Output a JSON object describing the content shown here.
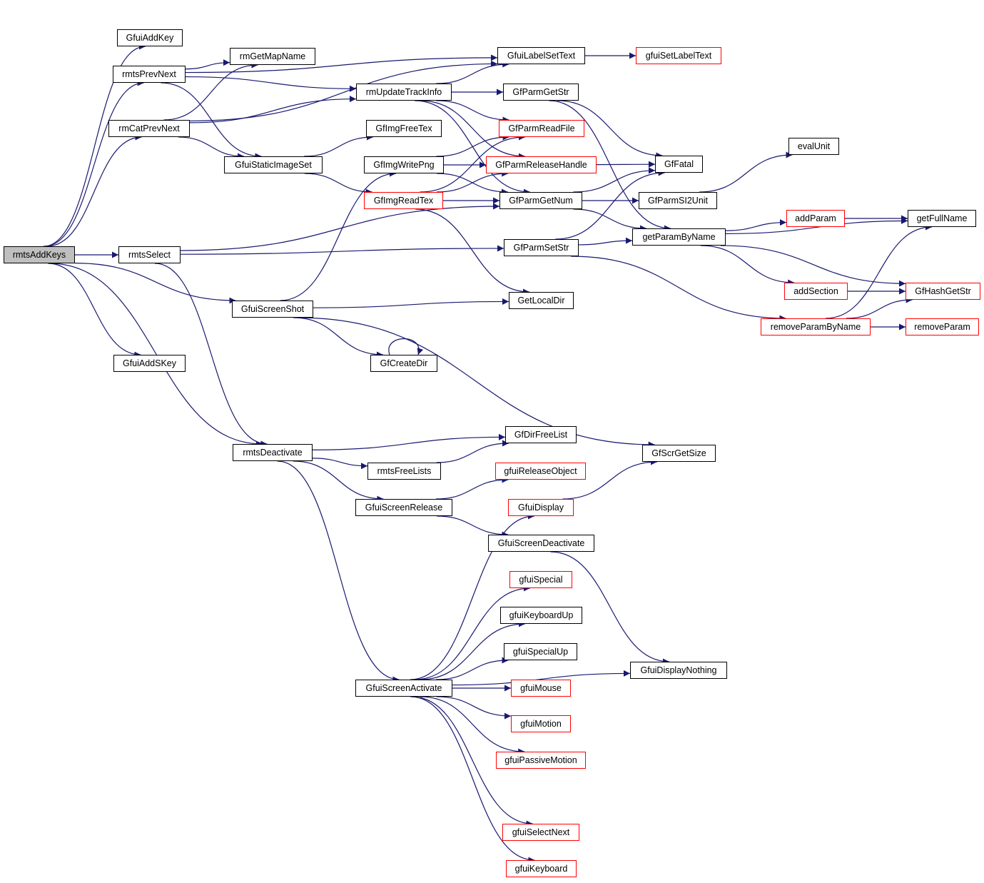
{
  "graph": {
    "type": "call-graph",
    "edge_color": "#191970",
    "node_border_default": "#000000",
    "node_border_undocumented": "#ff0000",
    "root_fill": "#bfbfbf",
    "nodes": [
      {
        "id": "rmtsAddKeys",
        "label": "rmtsAddKeys",
        "style": "root"
      },
      {
        "id": "GfuiAddKey",
        "label": "GfuiAddKey",
        "style": "black"
      },
      {
        "id": "rmtsPrevNext",
        "label": "rmtsPrevNext",
        "style": "black"
      },
      {
        "id": "rmGetMapName",
        "label": "rmGetMapName",
        "style": "black"
      },
      {
        "id": "rmCatPrevNext",
        "label": "rmCatPrevNext",
        "style": "black"
      },
      {
        "id": "GfuiStaticImageSet",
        "label": "GfuiStaticImageSet",
        "style": "black"
      },
      {
        "id": "rmtsSelect",
        "label": "rmtsSelect",
        "style": "black"
      },
      {
        "id": "GfuiScreenShot",
        "label": "GfuiScreenShot",
        "style": "black"
      },
      {
        "id": "GfuiAddSKey",
        "label": "GfuiAddSKey",
        "style": "black"
      },
      {
        "id": "rmtsDeactivate",
        "label": "rmtsDeactivate",
        "style": "black"
      },
      {
        "id": "rmUpdateTrackInfo",
        "label": "rmUpdateTrackInfo",
        "style": "black"
      },
      {
        "id": "GfImgFreeTex",
        "label": "GfImgFreeTex",
        "style": "black"
      },
      {
        "id": "GfImgWritePng",
        "label": "GfImgWritePng",
        "style": "black"
      },
      {
        "id": "GfImgReadTex",
        "label": "GfImgReadTex",
        "style": "red"
      },
      {
        "id": "GfCreateDir",
        "label": "GfCreateDir",
        "style": "black"
      },
      {
        "id": "rmtsFreeLists",
        "label": "rmtsFreeLists",
        "style": "black"
      },
      {
        "id": "GfuiScreenRelease",
        "label": "GfuiScreenRelease",
        "style": "black"
      },
      {
        "id": "GfuiScreenActivate",
        "label": "GfuiScreenActivate",
        "style": "black"
      },
      {
        "id": "GfuiLabelSetText",
        "label": "GfuiLabelSetText",
        "style": "black"
      },
      {
        "id": "GfParmGetStr",
        "label": "GfParmGetStr",
        "style": "black"
      },
      {
        "id": "GfParmReadFile",
        "label": "GfParmReadFile",
        "style": "red"
      },
      {
        "id": "GfParmReleaseHandle",
        "label": "GfParmReleaseHandle",
        "style": "red"
      },
      {
        "id": "GfParmGetNum",
        "label": "GfParmGetNum",
        "style": "black"
      },
      {
        "id": "GfParmSetStr",
        "label": "GfParmSetStr",
        "style": "black"
      },
      {
        "id": "GetLocalDir",
        "label": "GetLocalDir",
        "style": "black"
      },
      {
        "id": "GfDirFreeList",
        "label": "GfDirFreeList",
        "style": "black"
      },
      {
        "id": "gfuiReleaseObject",
        "label": "gfuiReleaseObject",
        "style": "red"
      },
      {
        "id": "GfuiDisplay",
        "label": "GfuiDisplay",
        "style": "red"
      },
      {
        "id": "GfuiScreenDeactivate",
        "label": "GfuiScreenDeactivate",
        "style": "black"
      },
      {
        "id": "gfuiSpecial",
        "label": "gfuiSpecial",
        "style": "red"
      },
      {
        "id": "gfuiKeyboardUp",
        "label": "gfuiKeyboardUp",
        "style": "black"
      },
      {
        "id": "gfuiSpecialUp",
        "label": "gfuiSpecialUp",
        "style": "black"
      },
      {
        "id": "gfuiMouse",
        "label": "gfuiMouse",
        "style": "red"
      },
      {
        "id": "gfuiMotion",
        "label": "gfuiMotion",
        "style": "red"
      },
      {
        "id": "gfuiPassiveMotion",
        "label": "gfuiPassiveMotion",
        "style": "red"
      },
      {
        "id": "gfuiSelectNext",
        "label": "gfuiSelectNext",
        "style": "red"
      },
      {
        "id": "gfuiKeyboard",
        "label": "gfuiKeyboard",
        "style": "red"
      },
      {
        "id": "gfuiSetLabelText",
        "label": "gfuiSetLabelText",
        "style": "red"
      },
      {
        "id": "GfFatal",
        "label": "GfFatal",
        "style": "black"
      },
      {
        "id": "GfParmSI2Unit",
        "label": "GfParmSI2Unit",
        "style": "black"
      },
      {
        "id": "getParamByName",
        "label": "getParamByName",
        "style": "black"
      },
      {
        "id": "removeParamByName",
        "label": "removeParamByName",
        "style": "red"
      },
      {
        "id": "GfScrGetSize",
        "label": "GfScrGetSize",
        "style": "black"
      },
      {
        "id": "GfuiDisplayNothing",
        "label": "GfuiDisplayNothing",
        "style": "black"
      },
      {
        "id": "evalUnit",
        "label": "evalUnit",
        "style": "black"
      },
      {
        "id": "addParam",
        "label": "addParam",
        "style": "red"
      },
      {
        "id": "addSection",
        "label": "addSection",
        "style": "red"
      },
      {
        "id": "getFullName",
        "label": "getFullName",
        "style": "black"
      },
      {
        "id": "GfHashGetStr",
        "label": "GfHashGetStr",
        "style": "red"
      },
      {
        "id": "removeParam",
        "label": "removeParam",
        "style": "red"
      }
    ],
    "edges": [
      [
        "rmtsAddKeys",
        "GfuiAddKey"
      ],
      [
        "rmtsAddKeys",
        "rmtsPrevNext"
      ],
      [
        "rmtsAddKeys",
        "rmCatPrevNext"
      ],
      [
        "rmtsAddKeys",
        "rmtsSelect"
      ],
      [
        "rmtsAddKeys",
        "GfuiScreenShot"
      ],
      [
        "rmtsAddKeys",
        "GfuiAddSKey"
      ],
      [
        "rmtsAddKeys",
        "rmtsDeactivate"
      ],
      [
        "rmtsPrevNext",
        "rmGetMapName"
      ],
      [
        "rmtsPrevNext",
        "GfuiStaticImageSet"
      ],
      [
        "rmtsPrevNext",
        "GfuiLabelSetText"
      ],
      [
        "rmtsPrevNext",
        "rmUpdateTrackInfo"
      ],
      [
        "rmCatPrevNext",
        "rmGetMapName"
      ],
      [
        "rmCatPrevNext",
        "GfuiStaticImageSet"
      ],
      [
        "rmCatPrevNext",
        "GfuiLabelSetText"
      ],
      [
        "rmCatPrevNext",
        "rmUpdateTrackInfo"
      ],
      [
        "GfuiStaticImageSet",
        "GfImgFreeTex"
      ],
      [
        "GfuiStaticImageSet",
        "GfImgReadTex"
      ],
      [
        "rmtsSelect",
        "GfParmGetNum"
      ],
      [
        "rmtsSelect",
        "GfParmSetStr"
      ],
      [
        "rmtsSelect",
        "rmtsDeactivate"
      ],
      [
        "GfuiScreenShot",
        "GfImgWritePng"
      ],
      [
        "GfuiScreenShot",
        "GetLocalDir"
      ],
      [
        "GfuiScreenShot",
        "GfCreateDir"
      ],
      [
        "GfuiScreenShot",
        "GfScrGetSize"
      ],
      [
        "GfCreateDir",
        "GfCreateDir"
      ],
      [
        "rmUpdateTrackInfo",
        "GfuiLabelSetText"
      ],
      [
        "rmUpdateTrackInfo",
        "GfParmGetStr"
      ],
      [
        "rmUpdateTrackInfo",
        "GfParmReadFile"
      ],
      [
        "rmUpdateTrackInfo",
        "GfParmReleaseHandle"
      ],
      [
        "rmUpdateTrackInfo",
        "GfParmGetNum"
      ],
      [
        "GfImgWritePng",
        "GfParmReadFile"
      ],
      [
        "GfImgWritePng",
        "GfParmReleaseHandle"
      ],
      [
        "GfImgWritePng",
        "GfParmGetNum"
      ],
      [
        "GfImgReadTex",
        "GfParmReadFile"
      ],
      [
        "GfImgReadTex",
        "GfParmReleaseHandle"
      ],
      [
        "GfImgReadTex",
        "GfParmGetNum"
      ],
      [
        "GfImgReadTex",
        "GetLocalDir"
      ],
      [
        "GfuiLabelSetText",
        "gfuiSetLabelText"
      ],
      [
        "GfParmGetStr",
        "GfFatal"
      ],
      [
        "GfParmGetStr",
        "getParamByName"
      ],
      [
        "GfParmReleaseHandle",
        "GfFatal"
      ],
      [
        "GfParmGetNum",
        "GfFatal"
      ],
      [
        "GfParmGetNum",
        "GfParmSI2Unit"
      ],
      [
        "GfParmGetNum",
        "getParamByName"
      ],
      [
        "GfParmSetStr",
        "GfFatal"
      ],
      [
        "GfParmSetStr",
        "getParamByName"
      ],
      [
        "GfParmSetStr",
        "removeParamByName"
      ],
      [
        "GfParmSI2Unit",
        "evalUnit"
      ],
      [
        "getParamByName",
        "getFullName"
      ],
      [
        "getParamByName",
        "addParam"
      ],
      [
        "getParamByName",
        "addSection"
      ],
      [
        "getParamByName",
        "GfHashGetStr"
      ],
      [
        "addParam",
        "getFullName"
      ],
      [
        "addSection",
        "GfHashGetStr"
      ],
      [
        "removeParamByName",
        "getFullName"
      ],
      [
        "removeParamByName",
        "GfHashGetStr"
      ],
      [
        "removeParamByName",
        "removeParam"
      ],
      [
        "rmtsDeactivate",
        "GfDirFreeList"
      ],
      [
        "rmtsDeactivate",
        "rmtsFreeLists"
      ],
      [
        "rmtsDeactivate",
        "GfuiScreenRelease"
      ],
      [
        "rmtsDeactivate",
        "GfuiScreenActivate"
      ],
      [
        "rmtsFreeLists",
        "GfDirFreeList"
      ],
      [
        "GfuiScreenRelease",
        "gfuiReleaseObject"
      ],
      [
        "GfuiScreenRelease",
        "GfuiScreenDeactivate"
      ],
      [
        "GfuiDisplay",
        "GfScrGetSize"
      ],
      [
        "GfuiScreenDeactivate",
        "GfuiDisplayNothing"
      ],
      [
        "GfuiScreenActivate",
        "GfuiDisplay"
      ],
      [
        "GfuiScreenActivate",
        "gfuiSpecial"
      ],
      [
        "GfuiScreenActivate",
        "gfuiKeyboardUp"
      ],
      [
        "GfuiScreenActivate",
        "gfuiSpecialUp"
      ],
      [
        "GfuiScreenActivate",
        "gfuiMouse"
      ],
      [
        "GfuiScreenActivate",
        "gfuiMotion"
      ],
      [
        "GfuiScreenActivate",
        "gfuiPassiveMotion"
      ],
      [
        "GfuiScreenActivate",
        "GfuiDisplayNothing"
      ],
      [
        "GfuiScreenActivate",
        "gfuiSelectNext"
      ],
      [
        "GfuiScreenActivate",
        "gfuiKeyboard"
      ]
    ]
  }
}
